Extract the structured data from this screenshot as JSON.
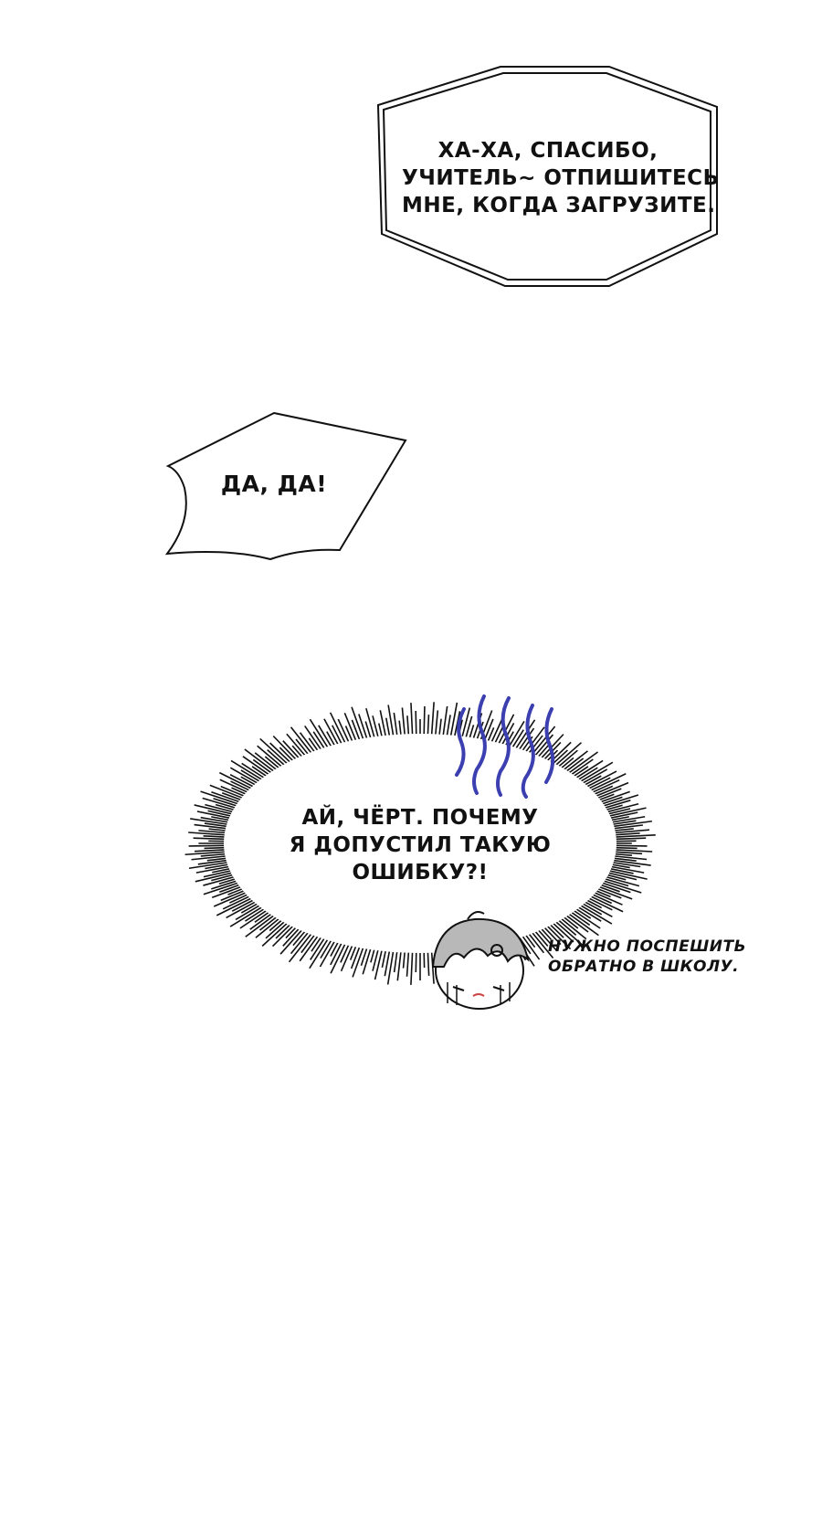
{
  "bubbles": {
    "octagon": {
      "lines": [
        "ХА-ХА, СПАСИБО,",
        "УЧИТЕЛЬ~ ОТПИШИТЕСЬ",
        "МНЕ, КОГДА ЗАГРУЗИТЕ."
      ]
    },
    "jagged": {
      "lines": [
        "ДА, ДА!"
      ]
    },
    "spiky": {
      "lines": [
        "АЙ, ЧЁРТ. ПОЧЕМУ",
        "Я ДОПУСТИЛ ТАКУЮ",
        "ОШИБКУ?!"
      ]
    },
    "aside": {
      "lines": [
        "НУЖНО ПОСПЕШИТЬ",
        "ОБРАТНО В ШКОЛУ."
      ]
    }
  },
  "colors": {
    "background": "#ffffff",
    "ink": "#111111",
    "stress_lines": "#3b3fb0",
    "hair": "#b8b8b8"
  }
}
